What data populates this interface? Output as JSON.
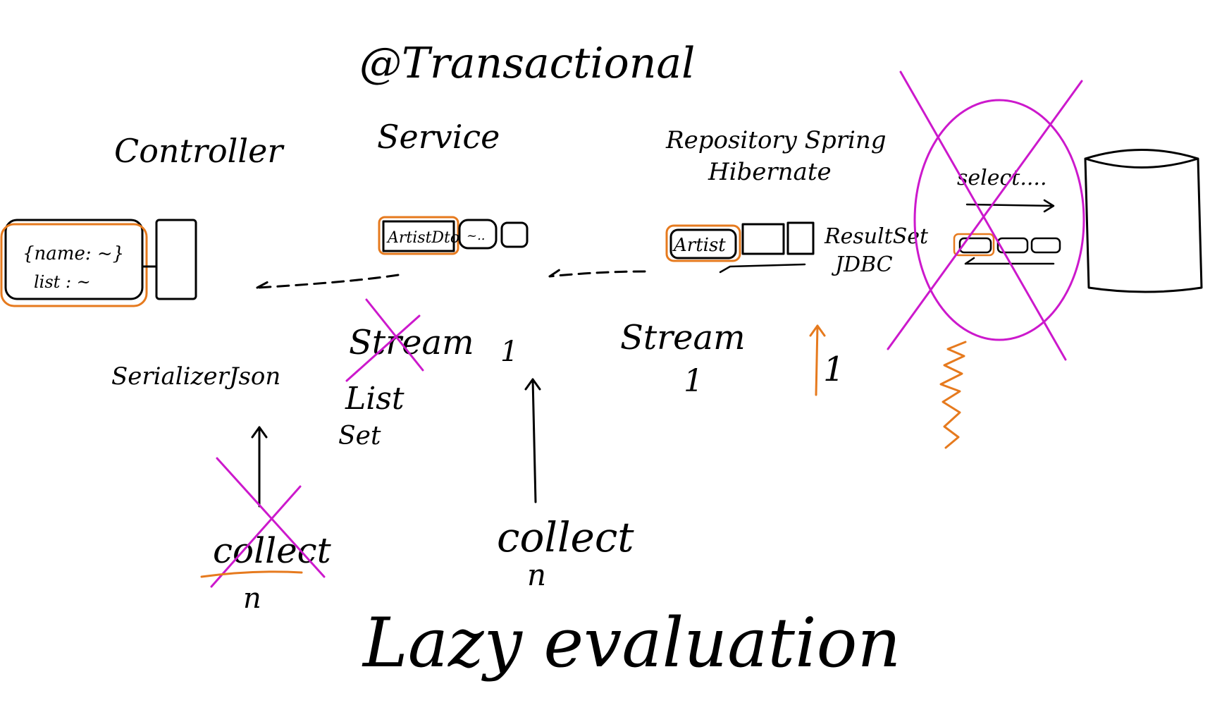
{
  "colors": {
    "ink": "#000000",
    "magenta": "#cc19cc",
    "orange": "#e67a1e",
    "green": "#33dd22"
  },
  "annotation": {
    "transactional": "@Transactional",
    "lazy_evaluation": "Lazy evaluation"
  },
  "layers": {
    "controller": "Controller",
    "service": "Service",
    "repository_line1": "Repository Spring",
    "repository_line2": "Hibernate",
    "serialize": "SerializerJson"
  },
  "boxes": {
    "json_line1": "{name: ~}",
    "json_line2": "list : ~",
    "service_item": "ArtistDto",
    "service_small": "~..",
    "repository_item": "Artist",
    "resultset_line1": "ResultSet",
    "resultset_line2": "JDBC",
    "select": "select...."
  },
  "labels": {
    "stream_service": "Stream",
    "stream_repository": "Stream",
    "list": "List",
    "set": "Set",
    "collect_left": "collect",
    "collect_middle": "collect",
    "one_service": "1",
    "one_repository": "1",
    "one_orange": "1",
    "n_left": "n",
    "n_middle": "n"
  }
}
